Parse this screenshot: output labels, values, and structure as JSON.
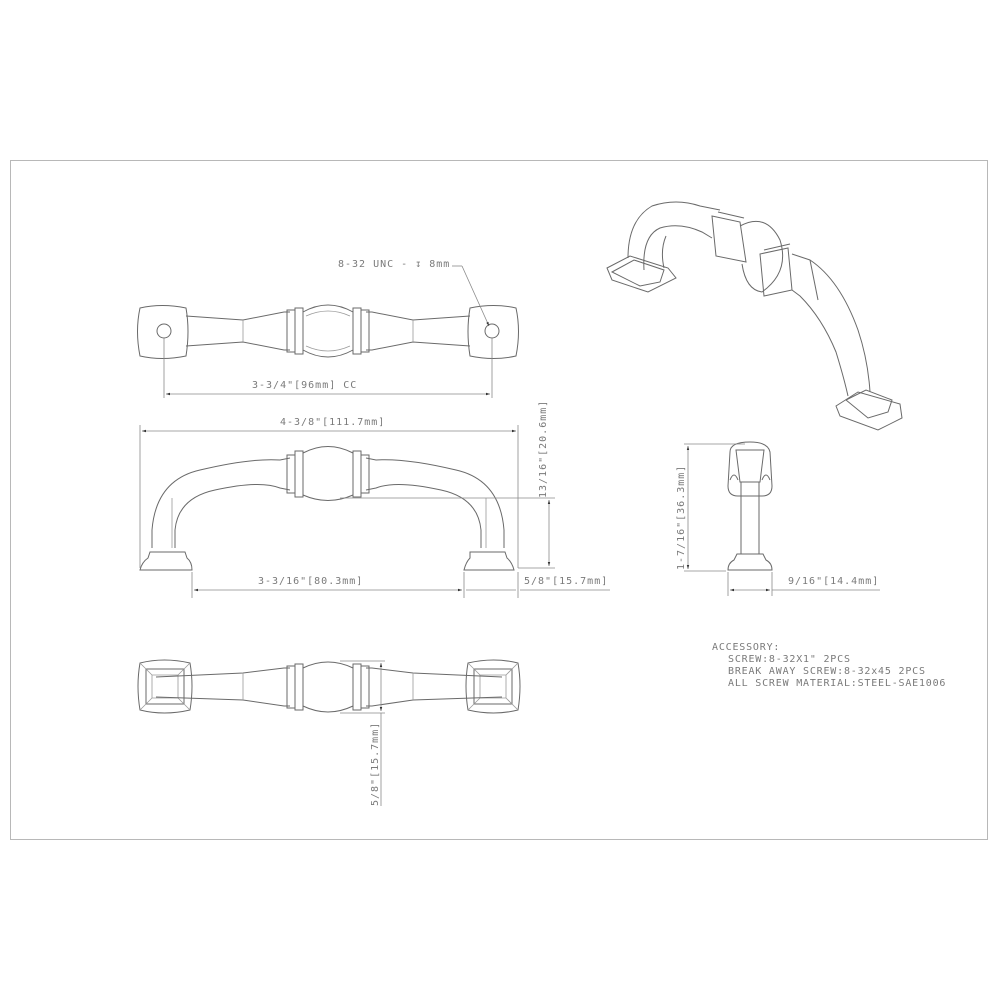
{
  "drawing": {
    "subject": "Cabinet pull handle technical drawing",
    "views": [
      "top-view",
      "front-view",
      "isometric-view",
      "side-view",
      "bottom-view"
    ],
    "stroke_color": "#6a6a6a",
    "text_color": "#7a7a7a",
    "frame_color": "#b8b8b8"
  },
  "callouts": {
    "thread": "8-32 UNC - ↧ 8mm"
  },
  "dimensions": {
    "center_to_center": "3-3/4\"[96mm] CC",
    "overall_length": "4-3/8\"[111.7mm]",
    "inner_span": "3-3/16\"[80.3mm]",
    "base_width_front": "5/8\"[15.7mm]",
    "height_front": "13/16\"[20.6mm]",
    "side_height": "1-7/16\"[36.3mm]",
    "side_base_width": "9/16\"[14.4mm]",
    "bottom_width": "5/8\"[15.7mm]"
  },
  "notes": {
    "title": "ACCESSORY:",
    "lines": [
      "SCREW:8-32X1\" 2PCS",
      "BREAK AWAY SCREW:8-32x45 2PCS",
      "ALL SCREW MATERIAL:STEEL-SAE1006"
    ]
  }
}
